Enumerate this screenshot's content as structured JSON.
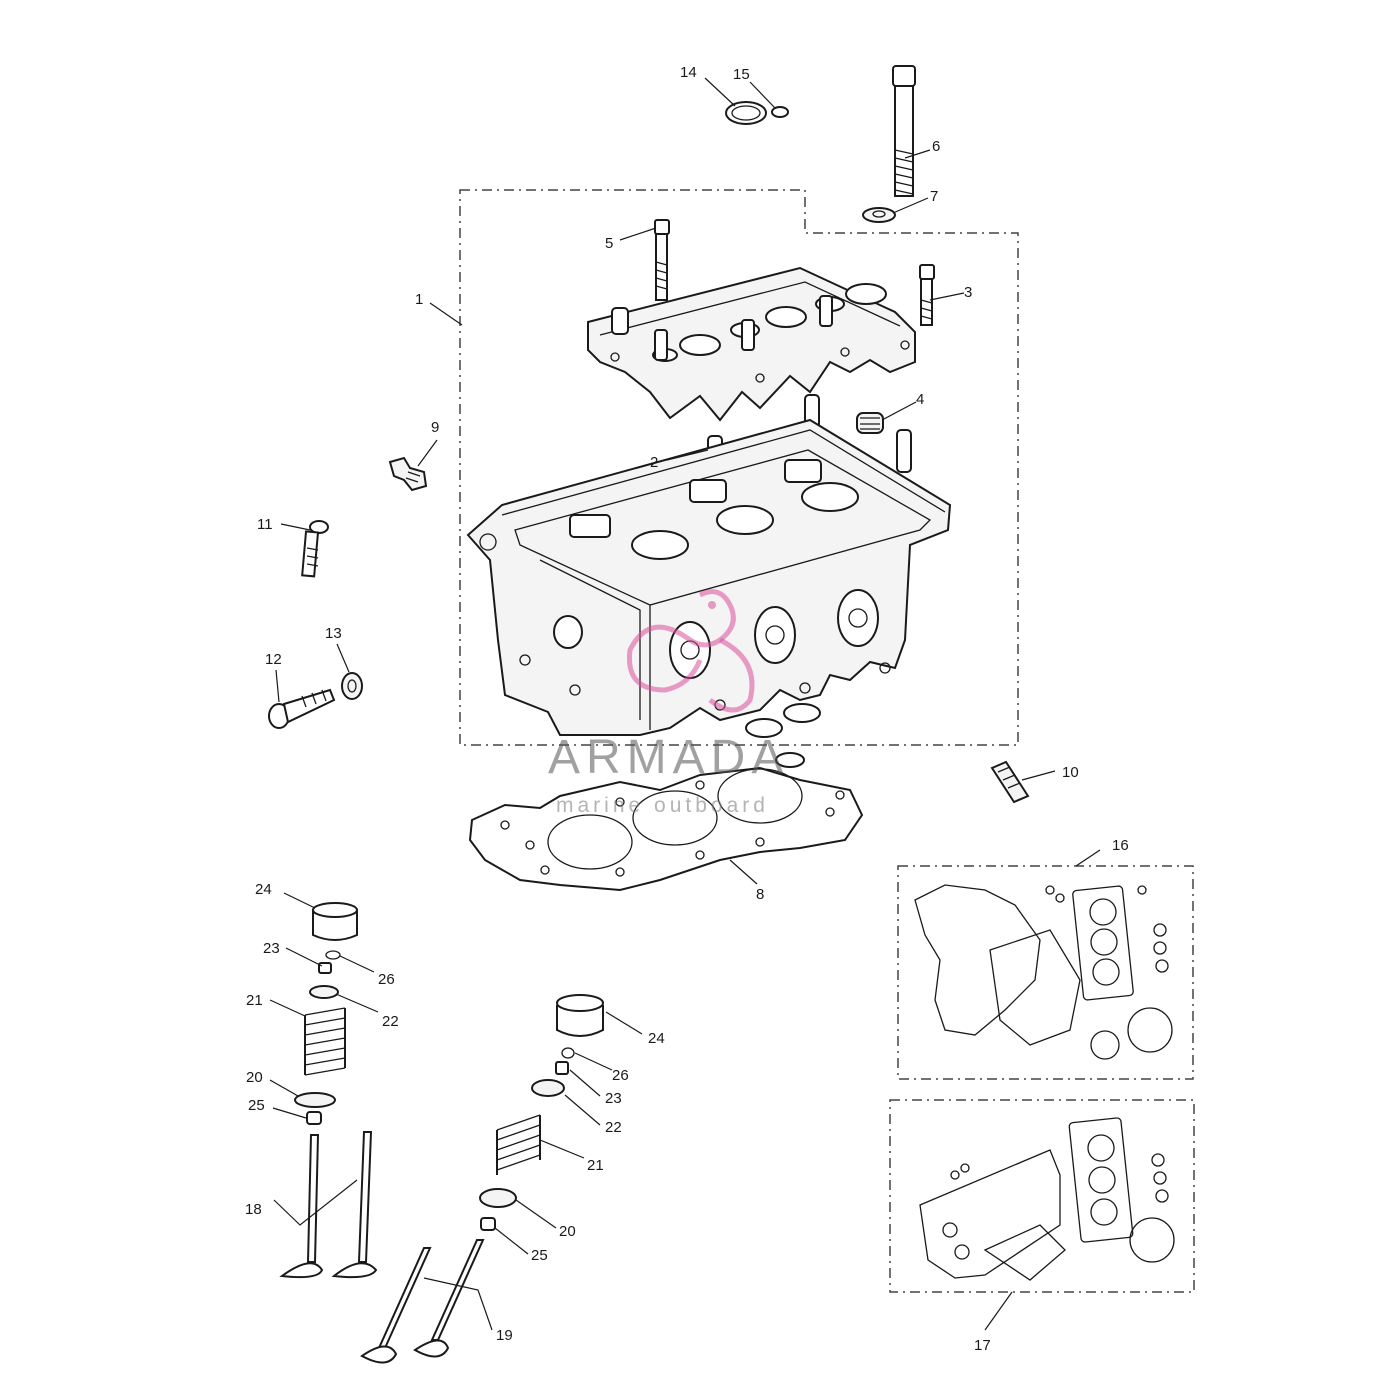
{
  "callouts": [
    {
      "id": "c1",
      "label": "1"
    },
    {
      "id": "c2",
      "label": "2"
    },
    {
      "id": "c3",
      "label": "3"
    },
    {
      "id": "c4",
      "label": "4"
    },
    {
      "id": "c5",
      "label": "5"
    },
    {
      "id": "c6",
      "label": "6"
    },
    {
      "id": "c7",
      "label": "7"
    },
    {
      "id": "c8",
      "label": "8"
    },
    {
      "id": "c9",
      "label": "9"
    },
    {
      "id": "c10",
      "label": "10"
    },
    {
      "id": "c11",
      "label": "11"
    },
    {
      "id": "c12",
      "label": "12"
    },
    {
      "id": "c13",
      "label": "13"
    },
    {
      "id": "c14",
      "label": "14"
    },
    {
      "id": "c15",
      "label": "15"
    },
    {
      "id": "c16",
      "label": "16"
    },
    {
      "id": "c17",
      "label": "17"
    },
    {
      "id": "c18",
      "label": "18"
    },
    {
      "id": "c19",
      "label": "19"
    },
    {
      "id": "c20a",
      "label": "20"
    },
    {
      "id": "c20b",
      "label": "20"
    },
    {
      "id": "c21a",
      "label": "21"
    },
    {
      "id": "c21b",
      "label": "21"
    },
    {
      "id": "c22a",
      "label": "22"
    },
    {
      "id": "c22b",
      "label": "22"
    },
    {
      "id": "c23a",
      "label": "23"
    },
    {
      "id": "c23b",
      "label": "23"
    },
    {
      "id": "c24a",
      "label": "24"
    },
    {
      "id": "c24b",
      "label": "24"
    },
    {
      "id": "c25a",
      "label": "25"
    },
    {
      "id": "c25b",
      "label": "25"
    },
    {
      "id": "c26a",
      "label": "26"
    },
    {
      "id": "c26b",
      "label": "26"
    }
  ],
  "watermark": {
    "brand": "ARMADA",
    "tagline": "marine outboard",
    "logo_color": "#d94f9b",
    "logo_icon": "bird-logo-icon"
  }
}
